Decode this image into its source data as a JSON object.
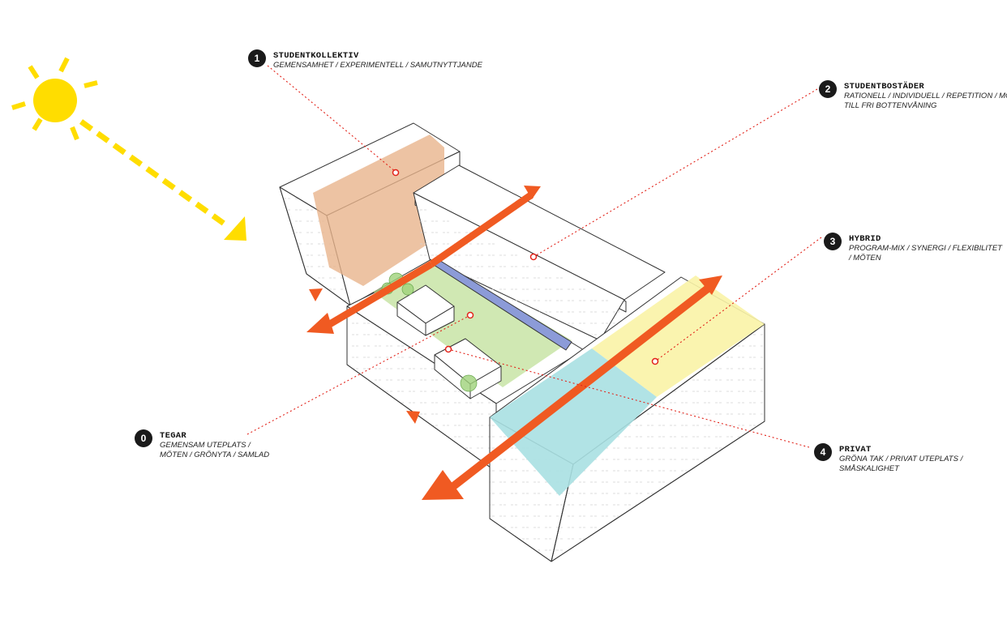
{
  "colors": {
    "sun": "#FFDD00",
    "arrow": "#F05A22",
    "leader": "#E2231A",
    "studentkollektiv": "#E9B48C",
    "hybrid": "#FAF3A6",
    "privat": "#A8E0E2",
    "courtyard": "#B7DC8A",
    "wall": "#8C9BD8"
  },
  "sun": {
    "icon": "sun-icon"
  },
  "labels": [
    {
      "id": "1",
      "number": "1",
      "title": "STUDENTKOLLEKTIV",
      "lines": [
        "GEMENSAMHET / EXPERIMENTELL / SAMUTNYTTJANDE"
      ]
    },
    {
      "id": "2",
      "number": "2",
      "title": "STUDENTBOSTÄDER",
      "lines": [
        "RATIONELL / INDIVIDUELL / REPETITION / MÖJL",
        "TILL FRI BOTTENVÅNING"
      ]
    },
    {
      "id": "3",
      "number": "3",
      "title": "HYBRID",
      "lines": [
        "PROGRAM-MIX / SYNERGI / FLEXIBILITET",
        "/ MÖTEN"
      ]
    },
    {
      "id": "0",
      "number": "0",
      "title": "TEGAR",
      "lines": [
        "GEMENSAM UTEPLATS /",
        "MÖTEN / GRÖNYTA / SAMLAD"
      ]
    },
    {
      "id": "4",
      "number": "4",
      "title": "PRIVAT",
      "lines": [
        "GRÖNA TAK / PRIVAT UTEPLATS /",
        "SMÅSKALIGHET"
      ]
    }
  ]
}
